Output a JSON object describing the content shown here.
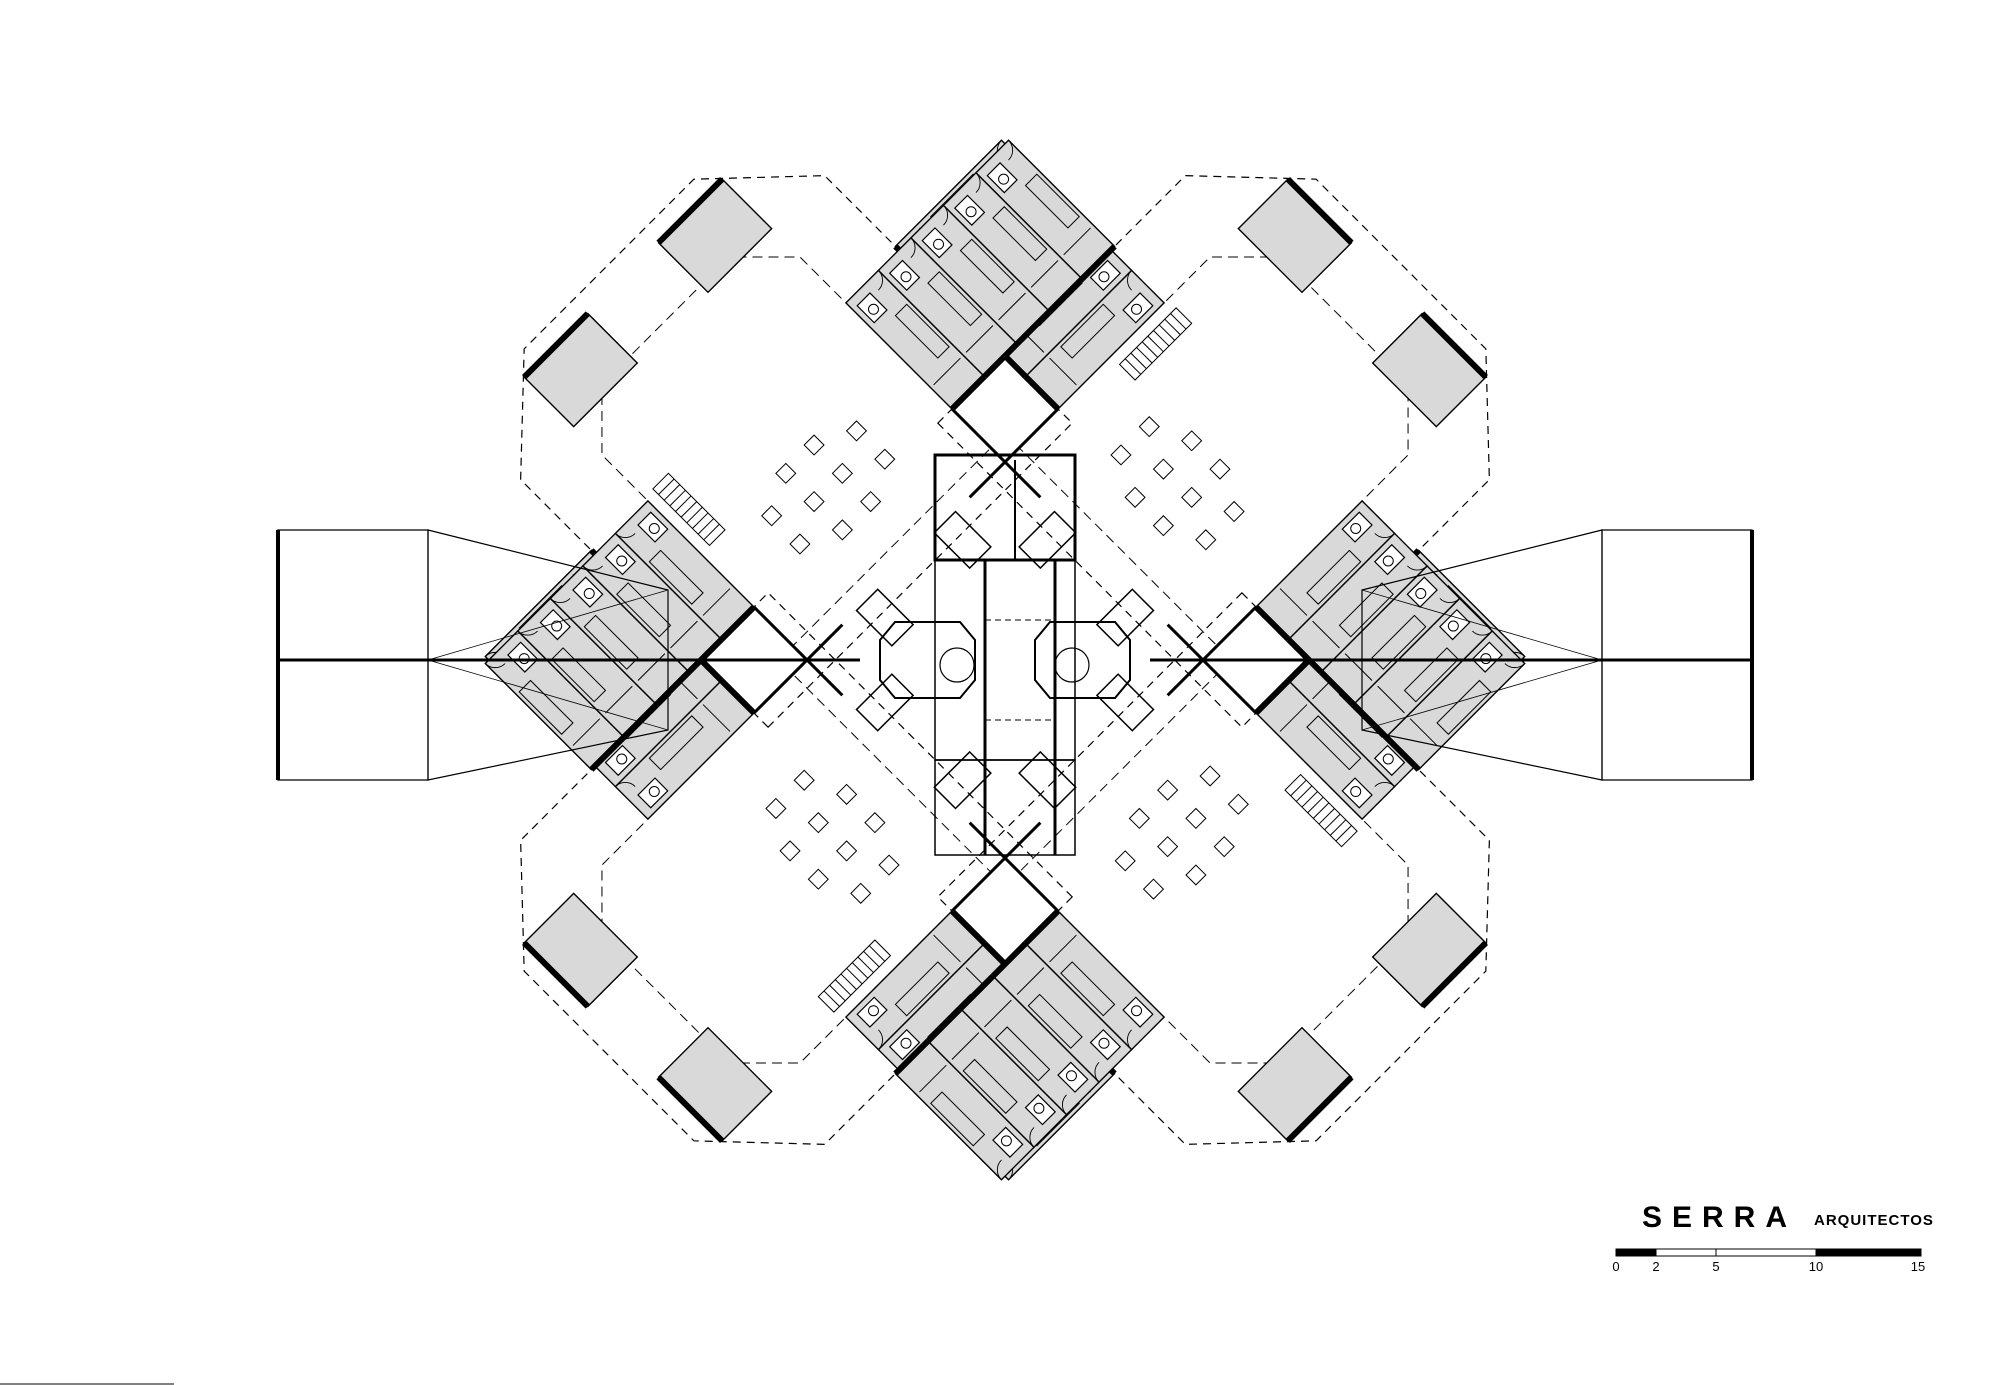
{
  "title_block": {
    "firm": "SERRA",
    "subtitle": "ARQUITECTOS"
  },
  "scale_bar": {
    "labels": [
      "0",
      "2",
      "5",
      "10",
      "15"
    ],
    "unit": "m"
  },
  "colors": {
    "line": "#000000",
    "room_fill": "#d9d9d9",
    "background": "#ffffff"
  }
}
